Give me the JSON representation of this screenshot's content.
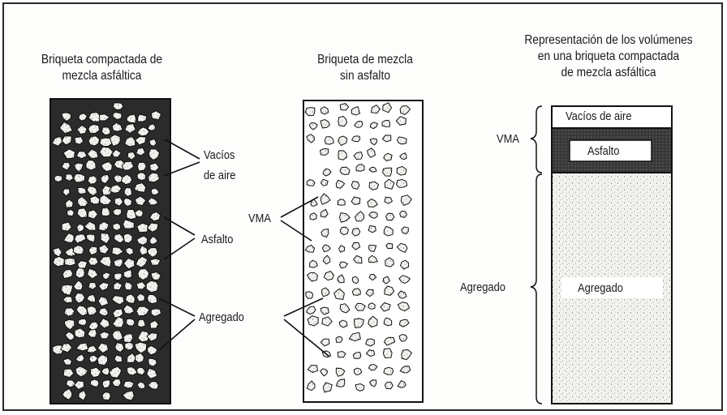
{
  "panel_1": {
    "title_lines": [
      "Briqueta compactada de",
      "mezcla asfáltica"
    ],
    "label_vacios_line1": "Vacíos",
    "label_vacios_line2": "de aire",
    "label_asfalto": "Asfalto",
    "label_agregado": "Agregado"
  },
  "panel_2": {
    "title_lines": [
      "Briqueta de mezcla",
      "sin asfalto"
    ],
    "label_vma": "VMA"
  },
  "panel_3": {
    "title_lines": [
      "Representación de los volúmenes",
      "en una briqueta compactada",
      "de mezcla asfáltica"
    ],
    "layer_vacios": "Vacíos de aire",
    "layer_asfalto": "Asfalto",
    "layer_agregado": "Agregado",
    "brace_vma": "VMA",
    "brace_agregado": "Agregado"
  },
  "colors": {
    "ink": "#1a1a1a",
    "asphalt_band": "#3a3a3a",
    "aggregate_fill": "#f2f2ee"
  }
}
